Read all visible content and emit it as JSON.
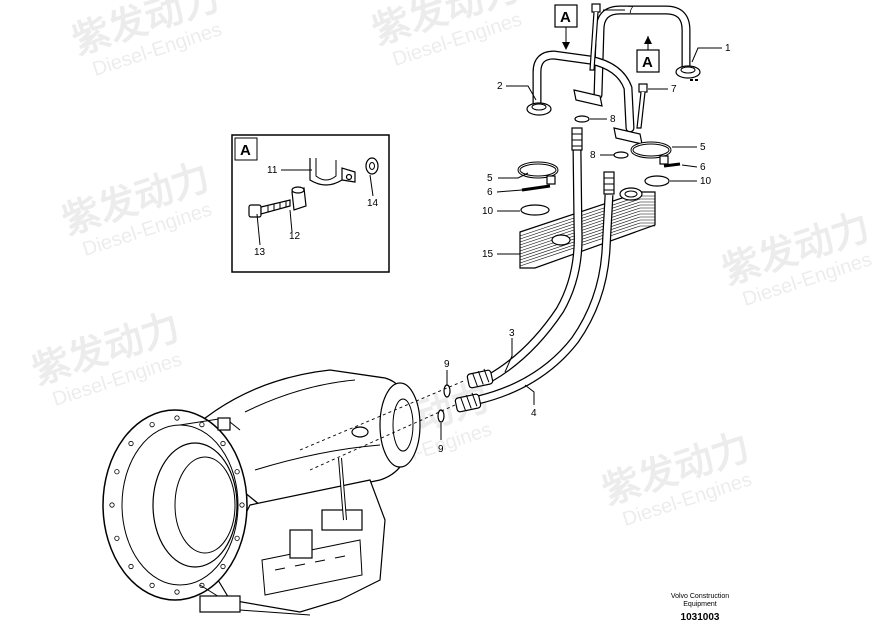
{
  "diagram": {
    "callouts": [
      {
        "id": "c1",
        "text": "1"
      },
      {
        "id": "c2",
        "text": "2"
      },
      {
        "id": "c3",
        "text": "3"
      },
      {
        "id": "c4",
        "text": "4"
      },
      {
        "id": "c5a",
        "text": "5"
      },
      {
        "id": "c5b",
        "text": "5"
      },
      {
        "id": "c6a",
        "text": "6"
      },
      {
        "id": "c6b",
        "text": "6"
      },
      {
        "id": "c7a",
        "text": "7"
      },
      {
        "id": "c7b",
        "text": "7"
      },
      {
        "id": "c8a",
        "text": "8"
      },
      {
        "id": "c8b",
        "text": "8"
      },
      {
        "id": "c9a",
        "text": "9"
      },
      {
        "id": "c9b",
        "text": "9"
      },
      {
        "id": "c10a",
        "text": "10"
      },
      {
        "id": "c10b",
        "text": "10"
      },
      {
        "id": "c15",
        "text": "15"
      }
    ],
    "detail_box": {
      "title": "A",
      "callouts": [
        {
          "id": "d11",
          "text": "11"
        },
        {
          "id": "d12",
          "text": "12"
        },
        {
          "id": "d13",
          "text": "13"
        },
        {
          "id": "d14",
          "text": "14"
        }
      ]
    },
    "view_markers": [
      {
        "id": "va1",
        "text": "A"
      },
      {
        "id": "va2",
        "text": "A"
      }
    ]
  },
  "watermark": {
    "brand_cn": "紫发动力",
    "brand_en": "Diesel-Engines"
  },
  "footer": {
    "line1": "Volvo Construction",
    "line2": "Equipment",
    "number": "1031003"
  }
}
